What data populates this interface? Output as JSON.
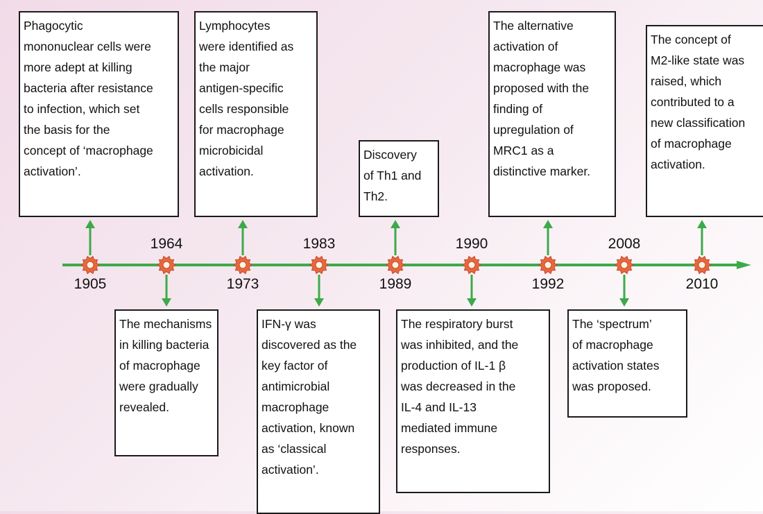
{
  "colors": {
    "line": "#3daa4a",
    "arrow": "#3daa4a",
    "cell_fill": "#e7683f",
    "cell_center": "#fff2e0"
  },
  "events": [
    {
      "year": "1905",
      "year_pos": "below",
      "box_pos": "above",
      "text": [
        "Phagocytic",
        "mononuclear cells were",
        "more adept at killing",
        "bacteria after resistance",
        "to infection, which set",
        "the basis for the",
        "concept of ‘macrophage",
        "activation’."
      ]
    },
    {
      "year": "1964",
      "year_pos": "above",
      "box_pos": "below",
      "text": [
        "The mechanisms",
        "in killing bacteria",
        "of macrophage",
        "were gradually",
        "revealed."
      ]
    },
    {
      "year": "1973",
      "year_pos": "below",
      "box_pos": "above",
      "text": [
        "Lymphocytes",
        "were identified as",
        "the major",
        "antigen-specific",
        "cells responsible",
        "for macrophage",
        "microbicidal",
        "activation."
      ]
    },
    {
      "year": "1983",
      "year_pos": "above",
      "box_pos": "below",
      "text": [
        "IFN-γ was",
        "discovered as the",
        "key factor of",
        "antimicrobial",
        "macrophage",
        "activation, known",
        "as ‘classical",
        "activation’."
      ]
    },
    {
      "year": "1989",
      "year_pos": "below",
      "box_pos": "above",
      "text": [
        "Discovery",
        "of Th1 and",
        "Th2."
      ]
    },
    {
      "year": "1990",
      "year_pos": "above",
      "box_pos": "below",
      "text": [
        "The respiratory burst",
        "was inhibited, and the",
        "production of IL-1 β",
        "was decreased in the",
        "IL-4 and IL-13",
        "mediated immune",
        "responses."
      ]
    },
    {
      "year": "1992",
      "year_pos": "below",
      "box_pos": "above",
      "text": [
        "The alternative",
        "activation of",
        "macrophage was",
        "proposed with the",
        "finding of",
        "upregulation of",
        "MRC1 as a",
        "distinctive marker."
      ]
    },
    {
      "year": "2008",
      "year_pos": "above",
      "box_pos": "below",
      "text": [
        "The ‘spectrum’",
        "of macrophage",
        "activation states",
        "was proposed."
      ]
    },
    {
      "year": "2010",
      "year_pos": "below",
      "box_pos": "above",
      "text": [
        "The concept of",
        "M2-like state was",
        "raised, which",
        "contributed to a",
        "new classification",
        "of macrophage",
        "activation."
      ]
    }
  ]
}
